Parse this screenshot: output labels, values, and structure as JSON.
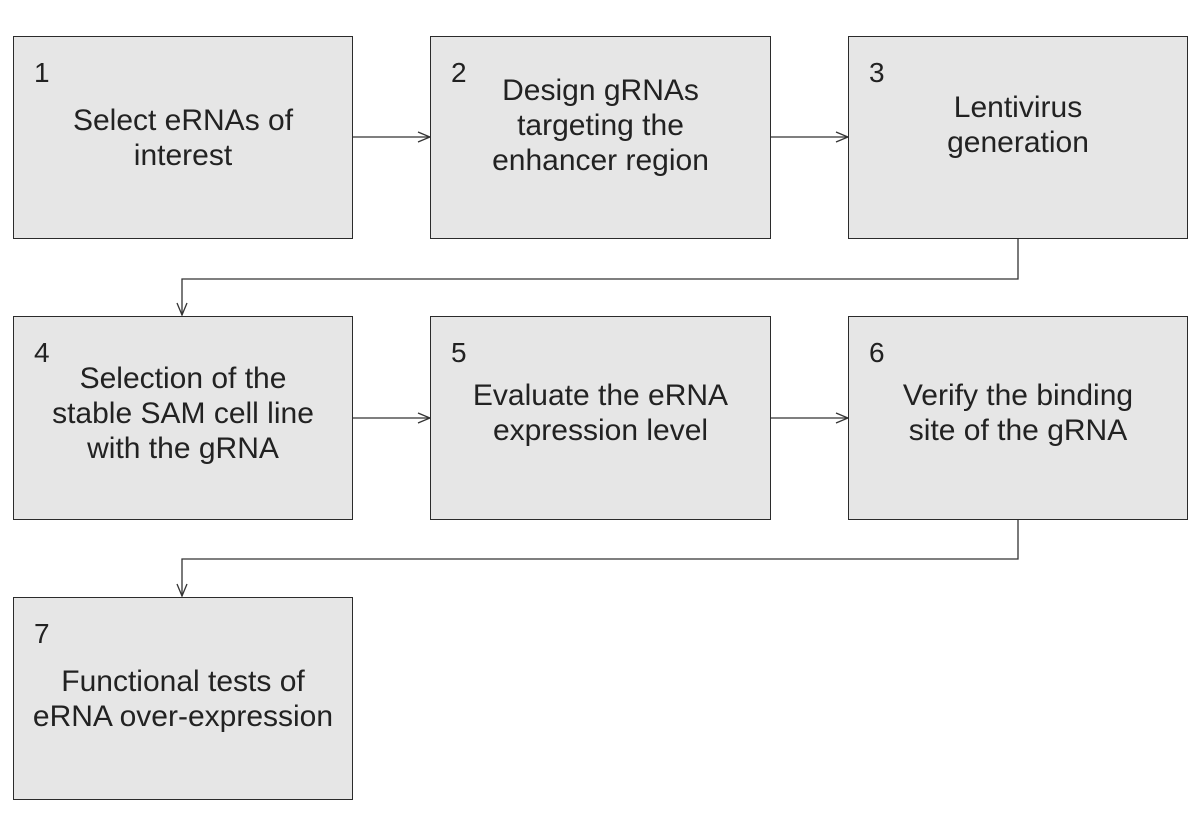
{
  "steps": [
    {
      "number": "1",
      "text": "Select eRNAs of\ninterest"
    },
    {
      "number": "2",
      "text": "Design gRNAs\ntargeting the\nenhancer region"
    },
    {
      "number": "3",
      "text": "Lentivirus\ngeneration"
    },
    {
      "number": "4",
      "text": "Selection of the\nstable SAM cell line\nwith the gRNA"
    },
    {
      "number": "5",
      "text": "Evaluate the eRNA\nexpression level"
    },
    {
      "number": "6",
      "text": "Verify the binding\nsite of the gRNA"
    },
    {
      "number": "7",
      "text": "Functional tests of\neRNA over-expression"
    }
  ],
  "colors": {
    "box_fill": "#e6e6e6",
    "box_border": "#2b2b2b",
    "text": "#222222",
    "arrow": "#333333"
  }
}
